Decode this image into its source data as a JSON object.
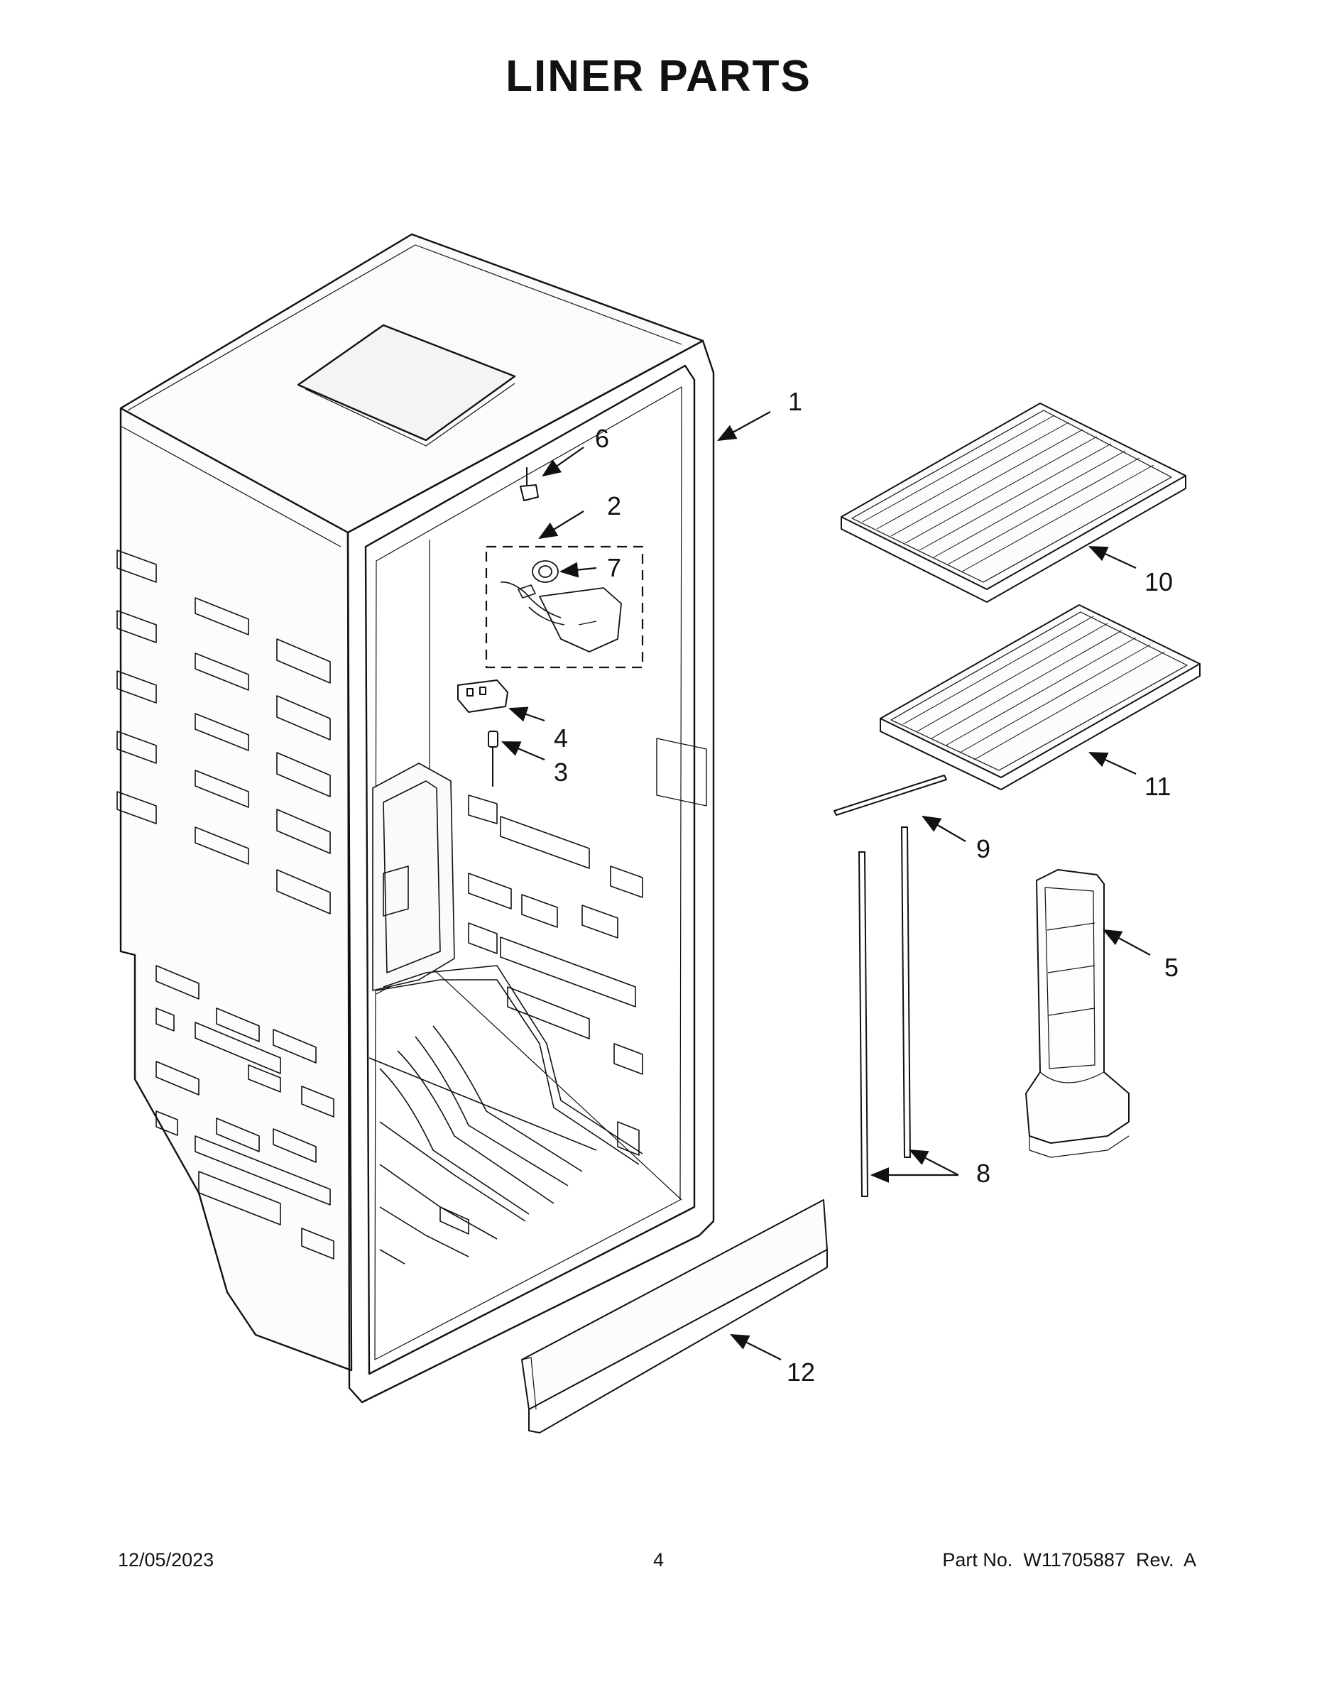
{
  "title": "LINER PARTS",
  "callouts": [
    "1",
    "2",
    "3",
    "4",
    "5",
    "6",
    "7",
    "8",
    "9",
    "10",
    "11",
    "12"
  ],
  "footer": {
    "date": "12/05/2023",
    "page": "4",
    "part": "Part No.  W11705887  Rev.  A"
  }
}
